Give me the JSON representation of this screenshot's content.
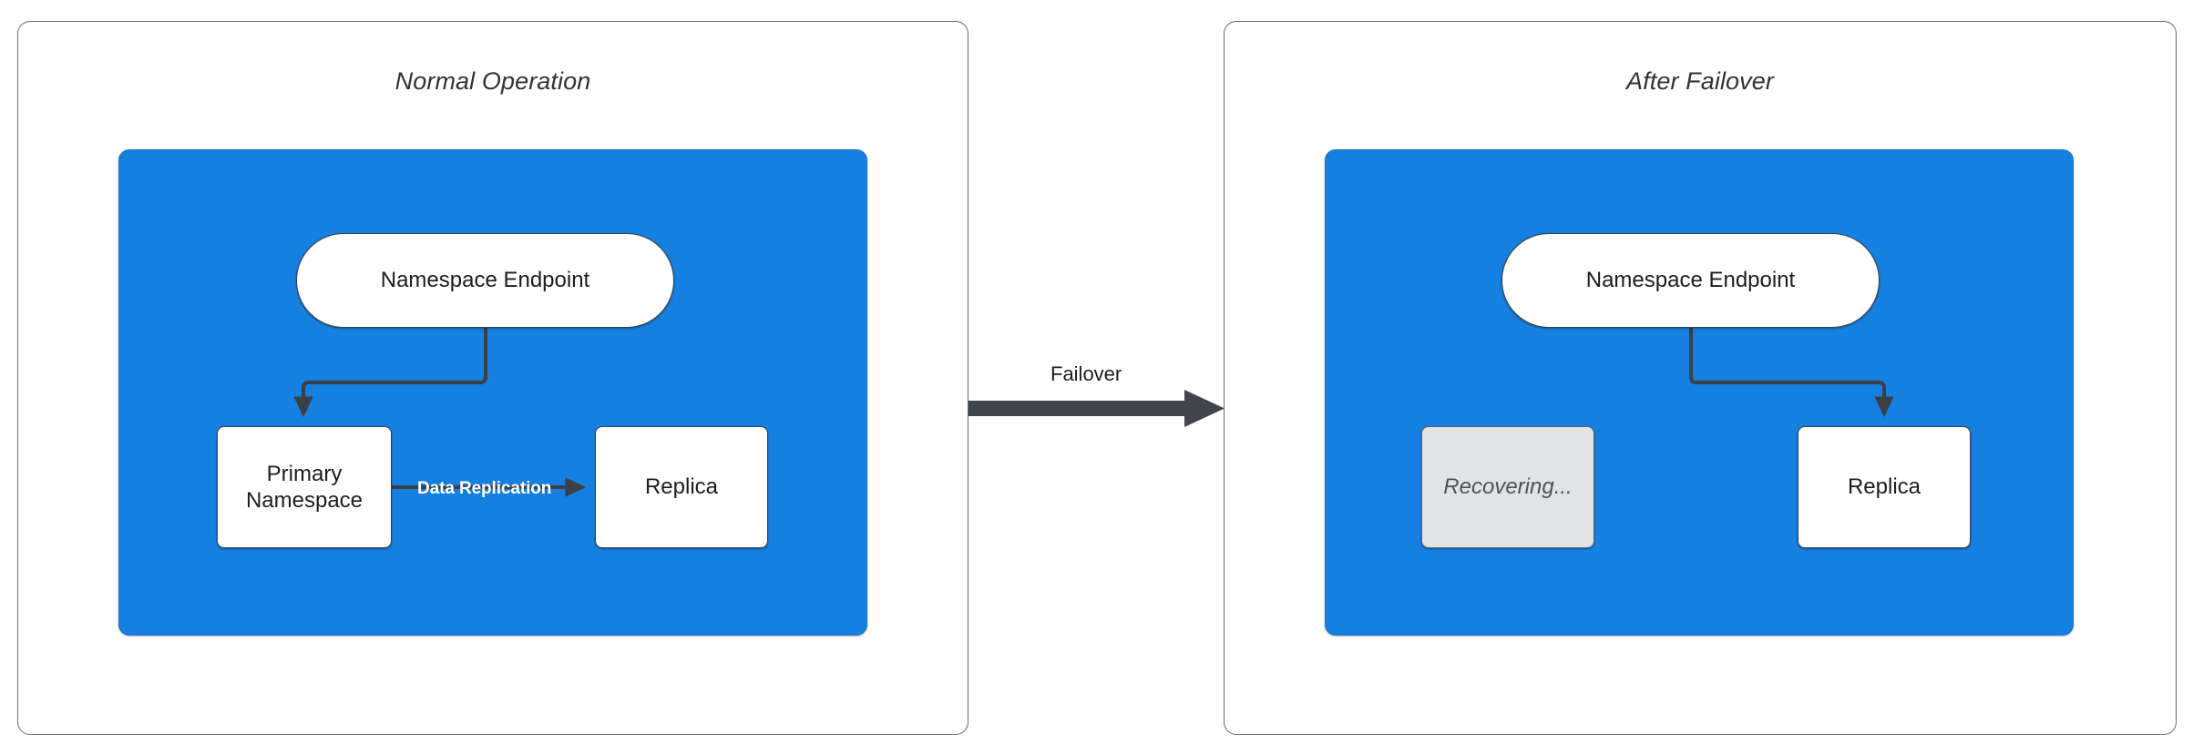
{
  "diagram": {
    "title_semantic": "namespace-failover-diagram",
    "background": "#ffffff",
    "accent_color": "#1680e0",
    "edge_color": "#3b3f46",
    "dim_fill": "#e2e3e5"
  },
  "panels": [
    {
      "id": "normal",
      "title": "Normal Operation",
      "cluster": {
        "id": "primary-region",
        "fill": "#1680e0",
        "nodes": [
          {
            "id": "endpoint-a",
            "label": "Namespace Endpoint",
            "shape": "stadium",
            "state": "active"
          },
          {
            "id": "primary",
            "label": "Primary\nNamespace",
            "shape": "rect",
            "state": "active"
          },
          {
            "id": "replica-a",
            "label": "Replica",
            "shape": "rect",
            "state": "active"
          }
        ],
        "edges": [
          {
            "from": "endpoint-a",
            "to": "primary",
            "label": ""
          },
          {
            "from": "primary",
            "to": "replica-a",
            "label": "Data Replication"
          }
        ]
      }
    },
    {
      "id": "failover",
      "title": "After Failover",
      "cluster": {
        "id": "secondary-region",
        "fill": "#1680e0",
        "nodes": [
          {
            "id": "endpoint-b",
            "label": "Namespace Endpoint",
            "shape": "stadium",
            "state": "active"
          },
          {
            "id": "recovering",
            "label": "Recovering...",
            "shape": "rect",
            "state": "dimmed"
          },
          {
            "id": "replica-b",
            "label": "Replica",
            "shape": "rect",
            "state": "active"
          }
        ],
        "edges": [
          {
            "from": "endpoint-b",
            "to": "replica-b",
            "label": ""
          }
        ]
      }
    }
  ],
  "transition": {
    "label": "Failover",
    "from_panel": "normal",
    "to_panel": "failover",
    "style": "thick-arrow"
  },
  "labels": {
    "primary_line1": "Primary",
    "primary_line2": "Namespace",
    "replica": "Replica",
    "recovering": "Recovering...",
    "namespace_endpoint": "Namespace Endpoint",
    "data_replication": "Data Replication",
    "failover": "Failover",
    "normal_operation": "Normal Operation",
    "after_failover": "After Failover"
  }
}
